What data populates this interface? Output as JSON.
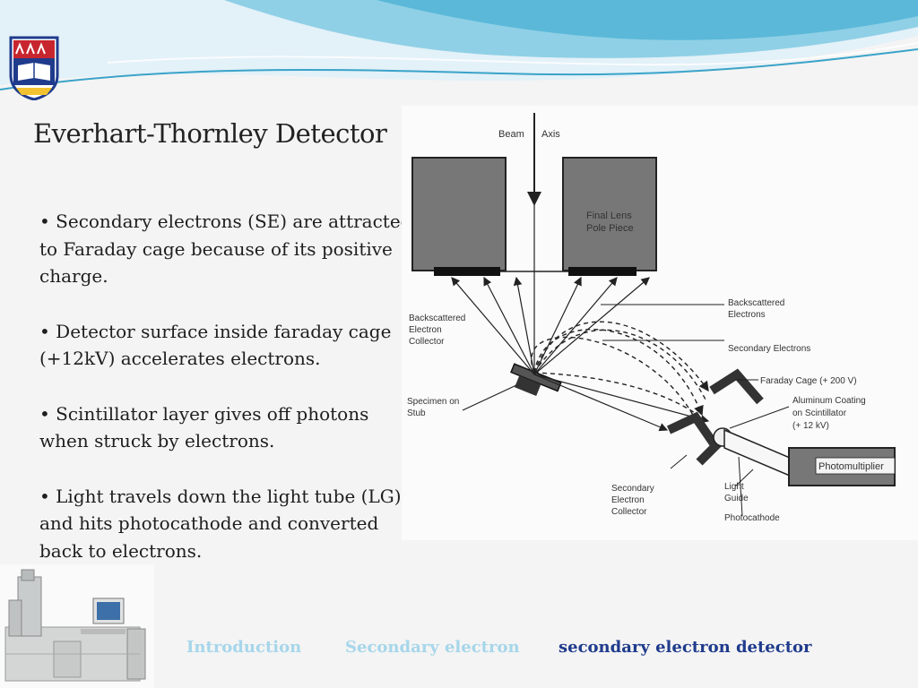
{
  "slide": {
    "title": "Everhart-Thornley Detector",
    "bullets": [
      "• Secondary electrons (SE) are attracted to Faraday cage because of its positive charge.",
      "• Detector surface inside faraday cage (+12kV) accelerates electrons.",
      "• Scintillator layer gives off photons when struck by electrons.",
      "• Light travels down the light tube (LG) and hits photocathode and converted back to electrons."
    ]
  },
  "diagram": {
    "labels": {
      "beam": "Beam",
      "axis": "Axis",
      "final_lens_1": "Final Lens",
      "final_lens_2": "Pole Piece",
      "bse_collector_1": "Backscattered",
      "bse_collector_2": "Electron",
      "bse_collector_3": "Collector",
      "bse_electrons_1": "Backscattered",
      "bse_electrons_2": "Electrons",
      "secondary_electrons": "Secondary Electrons",
      "specimen_1": "Specimen on",
      "specimen_2": "Stub",
      "faraday_cage": "Faraday Cage (+ 200 V)",
      "aluminum_1": "Aluminum Coating",
      "aluminum_2": "on Scintillator",
      "aluminum_3": "(+ 12  kV)",
      "photomultiplier": "Photomultiplier",
      "se_collector_1": "Secondary",
      "se_collector_2": "Electron",
      "se_collector_3": "Collector",
      "light_guide_1": "Light",
      "light_guide_2": "Guide",
      "photocathode": "Photocathode"
    }
  },
  "nav": {
    "items": [
      {
        "label": "Introduction",
        "state": "inactive"
      },
      {
        "label": "Secondary electron",
        "state": "inactive"
      },
      {
        "label": "secondary electron detector",
        "state": "active"
      }
    ]
  },
  "colors": {
    "nav_inactive": "#a6d6ea",
    "nav_active": "#1f3b8c",
    "header_wave": "#5bb8d8"
  }
}
